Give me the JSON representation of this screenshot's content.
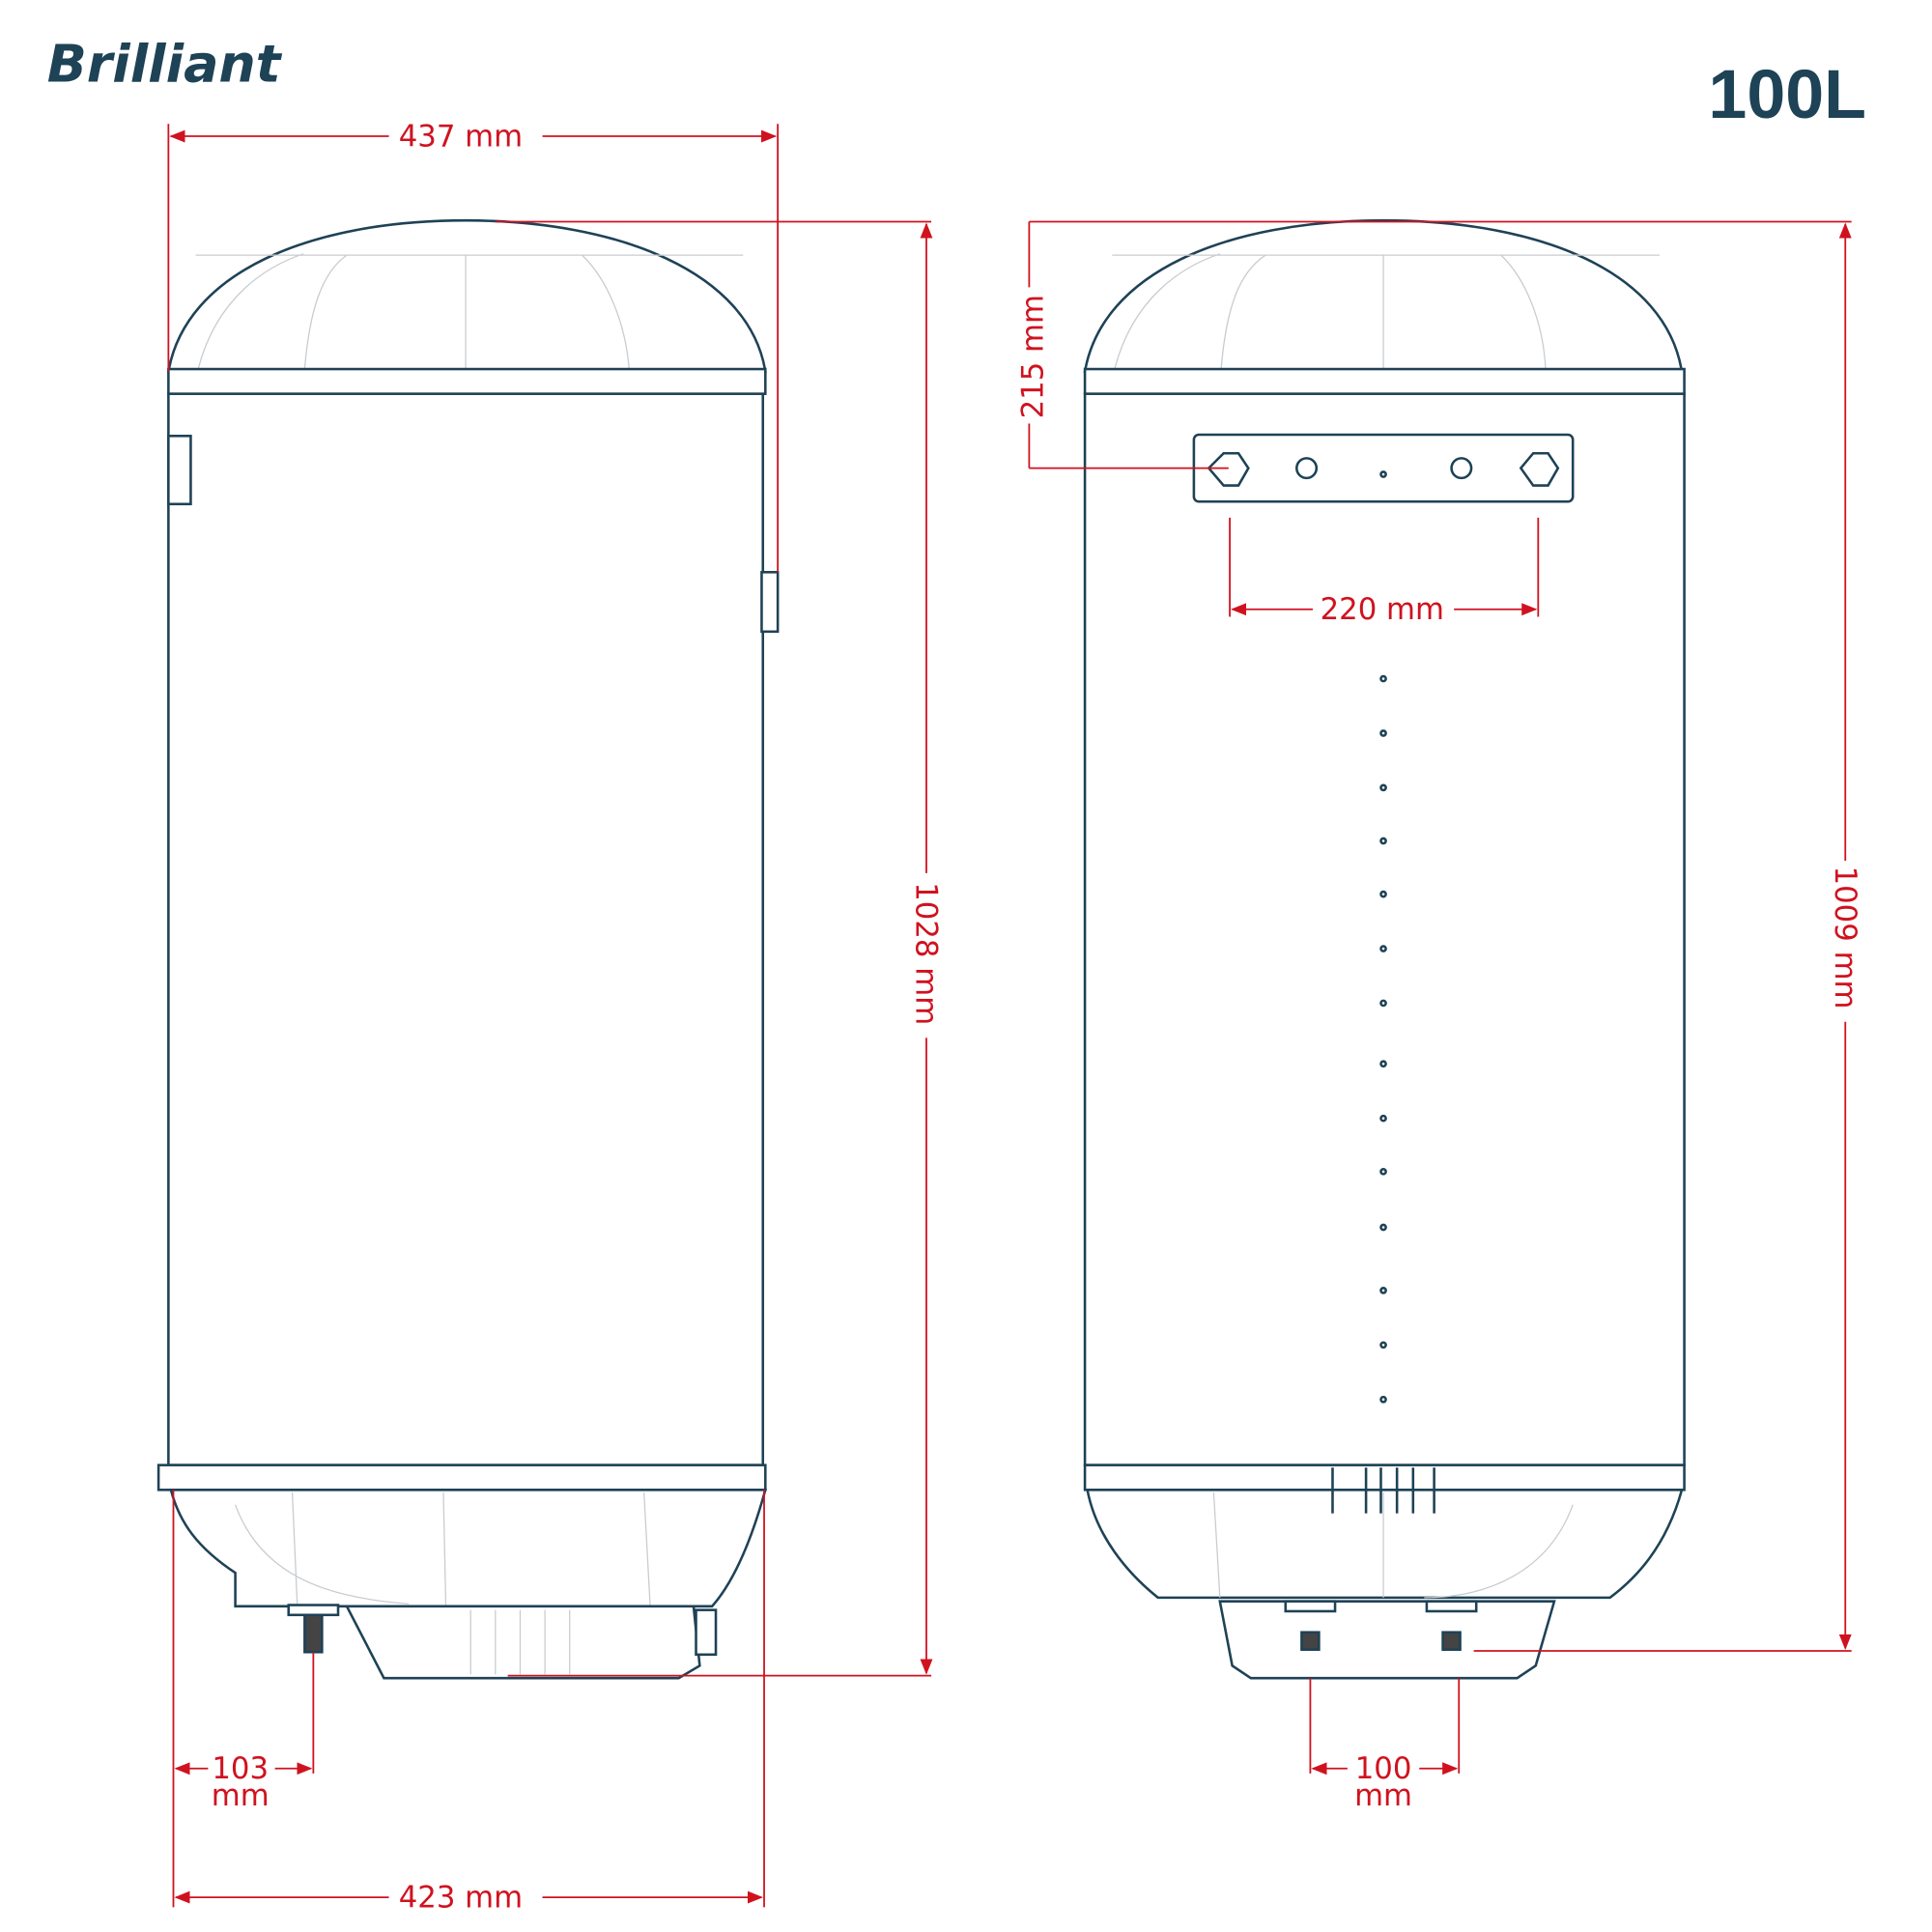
{
  "brand": "Brilliant",
  "capacity": "100L",
  "colors": {
    "outline": "#1e4256",
    "dimension": "#d0121f"
  },
  "side_view": {
    "width_top": "437 mm",
    "height": "1028 mm",
    "pipe_offset_value": "103",
    "pipe_offset_unit": "mm",
    "width_bottom": "423 mm"
  },
  "front_view": {
    "bracket_height": "215 mm",
    "bracket_spacing": "220 mm",
    "height": "1009 mm",
    "pipe_spacing_value": "100",
    "pipe_spacing_unit": "mm"
  }
}
